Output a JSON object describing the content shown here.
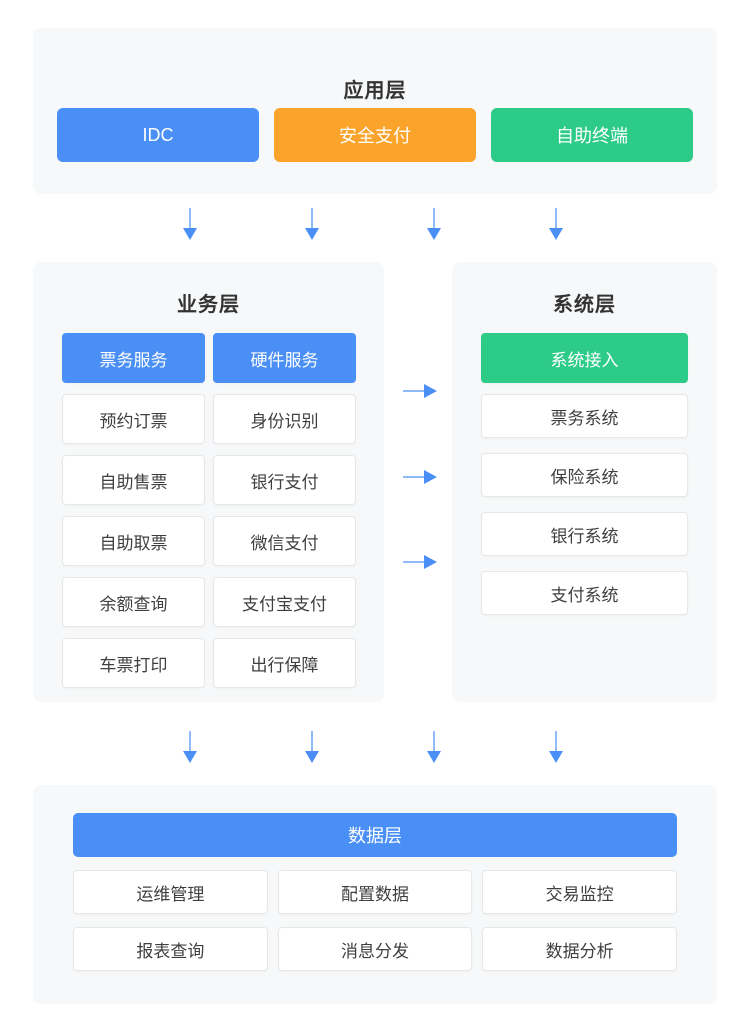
{
  "colors": {
    "blue": "#4A8FF6",
    "orange": "#FAA42B",
    "green": "#2DCB88",
    "panel_bg": "#F7F8F9",
    "node_border": "#E7E7E7",
    "node_text": "#3F3F3F",
    "title_text": "#333333",
    "arrow_head": "#4A8FF6",
    "arrow_stem": "#90BAF8",
    "white": "#FFFFFF"
  },
  "app_layer": {
    "title": "应用层",
    "nodes": [
      "IDC",
      "安全支付",
      "自助终端"
    ]
  },
  "business_layer": {
    "title": "业务层",
    "nodes": [
      "票务服务",
      "硬件服务",
      "预约订票",
      "身份识别",
      "自助售票",
      "银行支付",
      "自助取票",
      "微信支付",
      "余额查询",
      "支付宝支付",
      "车票打印",
      "出行保障"
    ]
  },
  "system_layer": {
    "title": "系统层",
    "nodes": [
      "系统接入",
      "票务系统",
      "保险系统",
      "银行系统",
      "支付系统"
    ]
  },
  "data_layer": {
    "banner": "数据层",
    "nodes": [
      "运维管理",
      "配置数据",
      "交易监控",
      "报表查询",
      "消息分发",
      "数据分析"
    ]
  }
}
